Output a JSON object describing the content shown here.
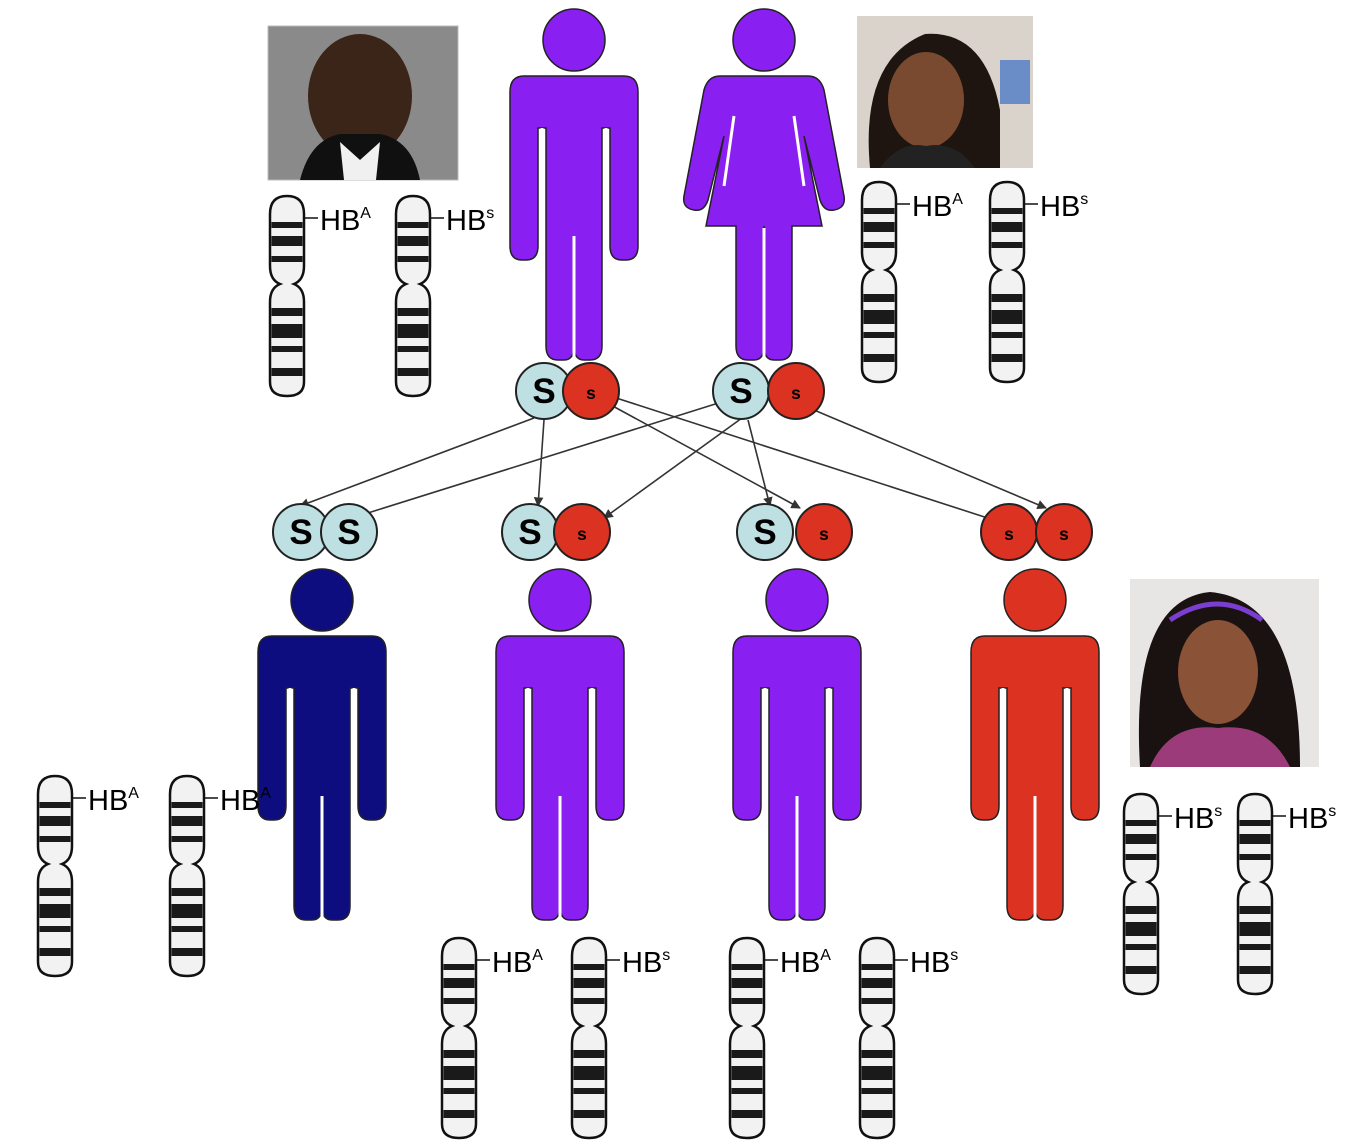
{
  "colors": {
    "carrier": "#8a1ff2",
    "normal": "#0d0d80",
    "affected": "#dc3222",
    "allele_dominant": "#bfe0e3",
    "allele_recessive": "#dc3222",
    "chromosome_band": "#1a1a1a",
    "chromosome_fill": "#f2f2f2"
  },
  "alleles": {
    "dominant": "S",
    "recessive": "s"
  },
  "labels": {
    "hb_base": "HB",
    "sup_a": "A",
    "sup_s": "s"
  },
  "parents": [
    {
      "id": "father",
      "sex": "male",
      "status": "carrier",
      "genes": [
        "A",
        "s"
      ],
      "alleles": [
        "S",
        "s"
      ],
      "photo": "portrait-man"
    },
    {
      "id": "mother",
      "sex": "female",
      "status": "carrier",
      "genes": [
        "A",
        "s"
      ],
      "alleles": [
        "S",
        "s"
      ],
      "photo": "portrait-woman"
    }
  ],
  "offspring": [
    {
      "id": "child-1",
      "status": "normal",
      "alleles": [
        "S",
        "S"
      ],
      "genes": [
        "A",
        "A"
      ]
    },
    {
      "id": "child-2",
      "status": "carrier",
      "alleles": [
        "S",
        "s"
      ],
      "genes": [
        "A",
        "s"
      ]
    },
    {
      "id": "child-3",
      "status": "carrier",
      "alleles": [
        "S",
        "s"
      ],
      "genes": [
        "A",
        "s"
      ]
    },
    {
      "id": "child-4",
      "status": "affected",
      "alleles": [
        "s",
        "s"
      ],
      "genes": [
        "s",
        "s"
      ],
      "photo": "portrait-girl"
    }
  ]
}
